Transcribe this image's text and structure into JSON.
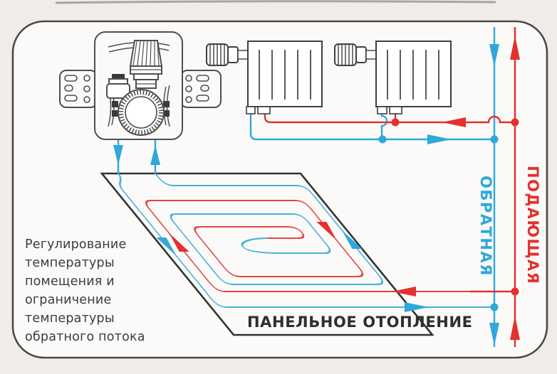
{
  "colors": {
    "supply_red": "#e2312e",
    "return_blue": "#2fa8dc",
    "line_dark": "#4a4a4a",
    "panel_edge": "#333333",
    "text_ink": "#3c3c3c",
    "paper": "#fcfaf8"
  },
  "annotation": {
    "text": "Регулирование\nтемпературы\nпомещения и\nограничение\nтемпературы\nобратного потока"
  },
  "panel": {
    "label": "ПАНЕЛЬНОЕ ОТОПЛЕНИЕ"
  },
  "pipes": {
    "return_label": "ОБРАТНАЯ",
    "supply_label": "ПОДАЮЩАЯ"
  },
  "components": [
    {
      "name": "thermostatic-valve-unit"
    },
    {
      "name": "radiator-1"
    },
    {
      "name": "radiator-2"
    },
    {
      "name": "floor-heating-panel"
    }
  ]
}
